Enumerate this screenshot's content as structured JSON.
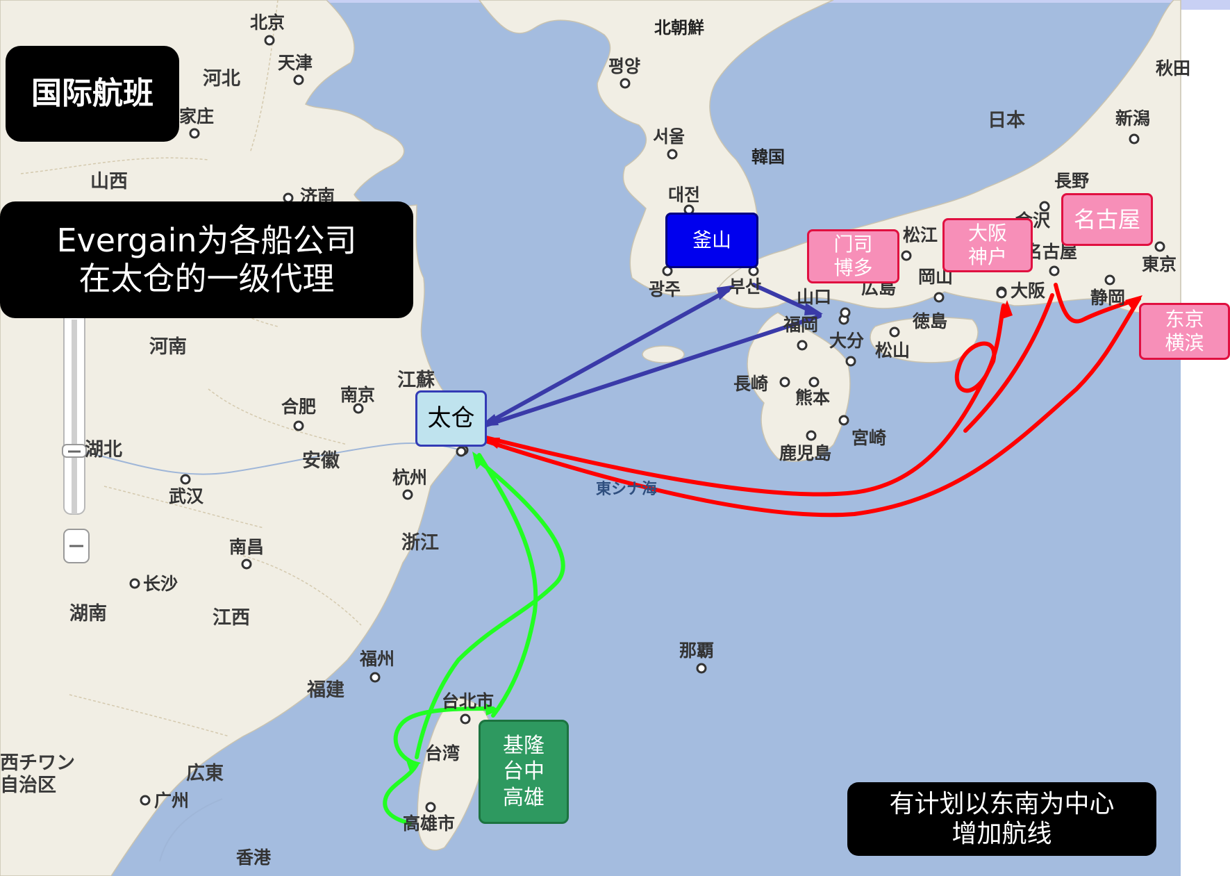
{
  "title": "国际航班",
  "agent_note": "Evergain为各船公司\n在太仓的一级代理",
  "plan_note": "有计划以东南为中心\n增加航线",
  "hub": "太仓",
  "ports": {
    "busan": "釜山",
    "moji": "门司\n博多",
    "osaka": "大阪\n神户",
    "nagoya": "名古屋",
    "tokyo": "东京\n横滨",
    "taiwan": "基隆\n台中\n高雄"
  },
  "route_colors": {
    "korea_kyushu": "#3a3aa8",
    "japan": "#ff0000",
    "taiwan": "#22ff22"
  },
  "map_labels": {
    "beijing": "北京",
    "tianjin": "天津",
    "hebei": "河北",
    "shijiazhuang": "家庄",
    "shanxi": "山西",
    "jinan": "济南",
    "henan": "河南",
    "jiangsu": "江蘇",
    "nanjing": "南京",
    "hefei": "合肥",
    "anhui": "安徽",
    "hubei": "湖北",
    "wuhan": "武汉",
    "hangzhou": "杭州",
    "zhejiang": "浙江",
    "nanchang": "南昌",
    "changsha": "长沙",
    "hunan": "湖南",
    "jiangxi": "江西",
    "fuzhou": "福州",
    "fujian": "福建",
    "guangxi": "西チワン\n自治区",
    "guangdong": "広東",
    "guangzhou": "广州",
    "hongkong": "香港",
    "taiwan": "台湾",
    "taipei": "台北市",
    "kaohsiung": "高雄市",
    "north_korea": "北朝鮮",
    "pyongyang": "평양",
    "seoul": "서울",
    "korea": "韓国",
    "daejeon": "대전",
    "gwangju": "광주",
    "busan_kr": "부산",
    "japan": "日本",
    "niigata": "新潟",
    "nagano": "長野",
    "akita": "秋田",
    "kanazawa": "金沢",
    "matsue": "松江",
    "yamaguchi": "山口",
    "fukuoka": "福岡",
    "hiroshima": "広島",
    "okayama": "岡山",
    "nagoya_jp": "名古屋",
    "osaka_jp": "大阪",
    "shizuoka": "静岡",
    "tokyo_jp": "東京",
    "tokushima": "徳島",
    "oita": "大分",
    "matsuyama": "松山",
    "nagasaki": "長崎",
    "kumamoto": "熊本",
    "miyazaki": "宮崎",
    "kagoshima": "鹿児島",
    "east_china_sea": "東シナ海",
    "naha": "那覇"
  }
}
